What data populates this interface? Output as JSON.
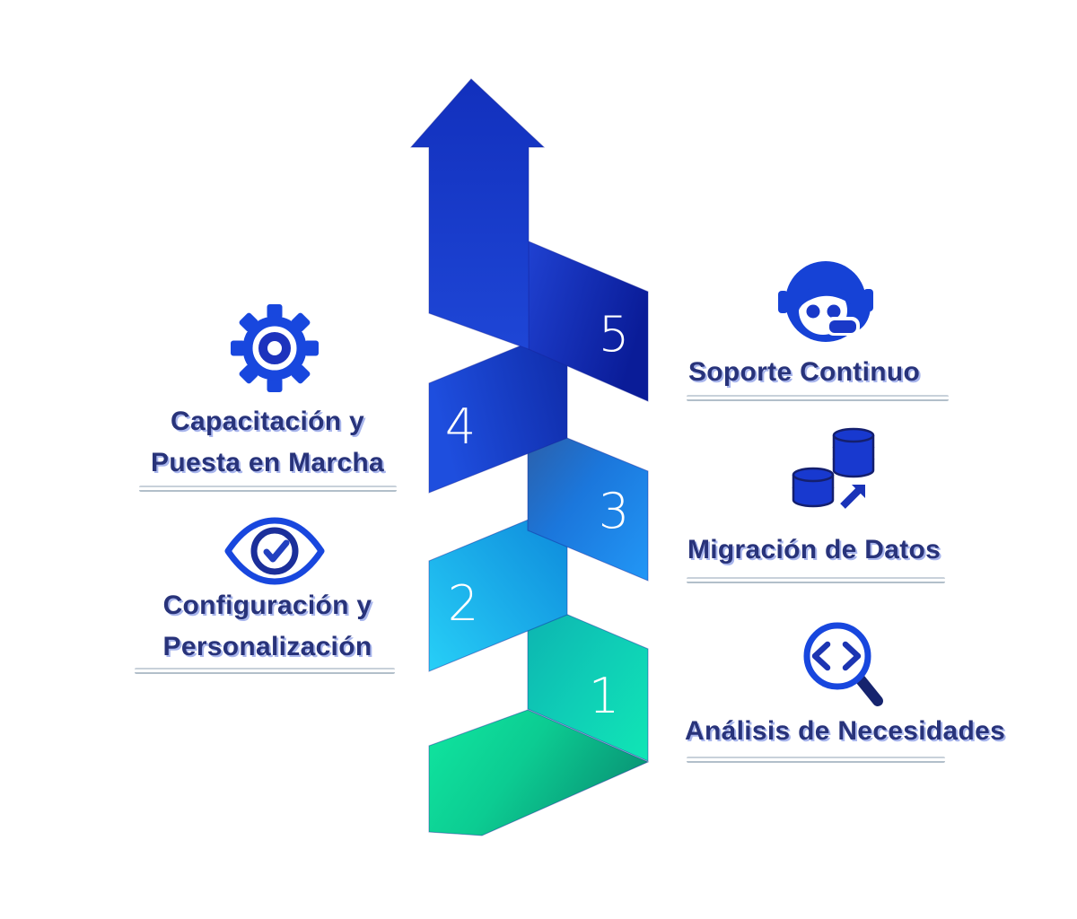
{
  "diagram_type": "process-steps-spiral-ribbon",
  "ribbon": {
    "numbers": [
      "1",
      "2",
      "3",
      "4",
      "5"
    ],
    "direction": "upward-arrow"
  },
  "left_items": [
    {
      "icon": "gear-icon",
      "step": "4",
      "line1": "Capacitación y",
      "line2": "Puesta en Marcha"
    },
    {
      "icon": "eye-check-icon",
      "step": "2",
      "line1": "Configuración y",
      "line2": "Personalización"
    }
  ],
  "right_items": [
    {
      "icon": "support-agent-icon",
      "step": "5",
      "label": "Soporte Continuo"
    },
    {
      "icon": "database-migration-icon",
      "step": "3",
      "label": "Migración de Datos"
    },
    {
      "icon": "code-search-icon",
      "step": "1",
      "label": "Análisis de Necesidades"
    }
  ],
  "colors": {
    "background": "#ffffff",
    "label_text": "#28337a",
    "label_shadow": "#3d5ad4",
    "icon_blue": "#1847de",
    "icon_navy": "#1b2f9a",
    "divider_light": "#c8d1da",
    "divider_dark": "#b2bfca",
    "number_text": "#ffffff",
    "segment_gradients": {
      "arrow": [
        "#1230bd",
        "#1e46d6"
      ],
      "step5": [
        "#1f41d1",
        "#0a1c98"
      ],
      "step4": [
        "#1e4ede",
        "#0f2ba8"
      ],
      "step3": [
        "#2d5da5",
        "#2297f6"
      ],
      "step2": [
        "#27cff7",
        "#0d87da"
      ],
      "step1": [
        "#0cb2b0",
        "#10e6b5"
      ],
      "tail": [
        "#10e7a0",
        "#099877"
      ]
    }
  }
}
